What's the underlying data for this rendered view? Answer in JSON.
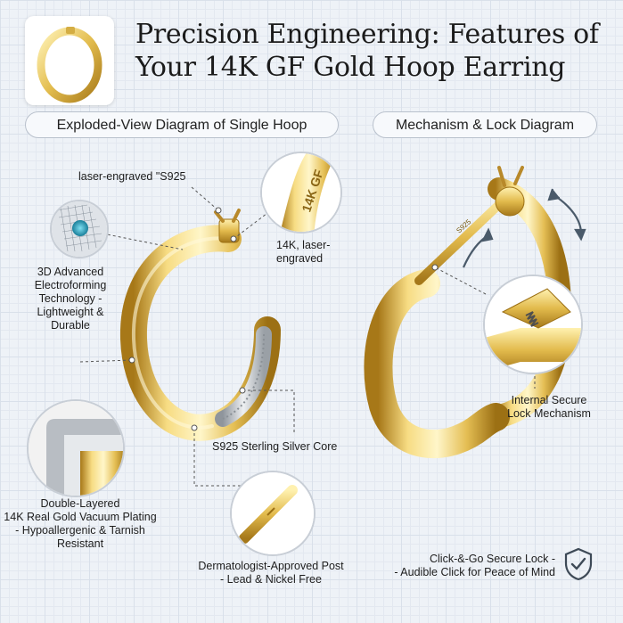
{
  "header": {
    "title_line1": "Precision Engineering: Features of",
    "title_line2": "Your 14K GF Gold Hoop Earring"
  },
  "sections": {
    "left_title": "Exploded-View Diagram of Single Hoop",
    "right_title": "Mechanism & Lock Diagram"
  },
  "callouts": {
    "laser_s925": "laser-engraved \"S925",
    "laser_14k": "14K, laser-\nengraved",
    "electroforming": "3D Advanced\nElectroforming\nTechnology -\nLightweight &\nDurable",
    "silver_core": "S925 Sterling Silver Core",
    "plating": "Double-Layered\n14K Real Gold Vacuum Plating\n- Hypoallergenic & Tarnish\nResistant",
    "post": "Dermatologist-Approved Post\n- Lead & Nickel Free",
    "lock_mechanism": "Internal Secure\nLock Mechanism",
    "click_lock": "Click-&-Go Secure Lock -\n- Audible Click for Peace of Mind"
  },
  "engravings": {
    "tube_mark": "14K GF",
    "hinge_mark": "S925"
  },
  "colors": {
    "gold_light": "#fbe89a",
    "gold_mid": "#e7c45a",
    "gold_dark": "#b98a21",
    "silver": "#c9cdd2",
    "leader": "#555555"
  },
  "icons": {
    "shield": "shield-check-icon",
    "rotate": "curved-arrow-icon"
  }
}
